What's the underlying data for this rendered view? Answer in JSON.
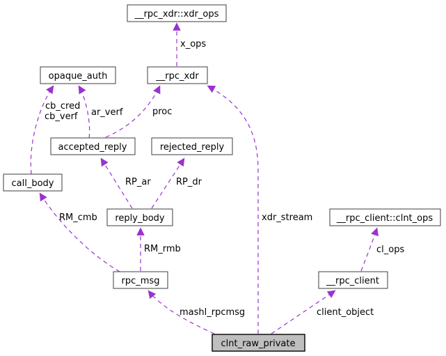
{
  "nodes": {
    "xdr_ops": "__rpc_xdr::xdr_ops",
    "rpc_xdr": "__rpc_xdr",
    "opaque_auth": "opaque_auth",
    "accepted_reply": "accepted_reply",
    "rejected_reply": "rejected_reply",
    "call_body": "call_body",
    "reply_body": "reply_body",
    "rpc_msg": "rpc_msg",
    "clnt_ops": "__rpc_client::clnt_ops",
    "rpc_client": "__rpc_client",
    "clnt_raw_private": "clnt_raw_private"
  },
  "edge_labels": {
    "x_ops": "x_ops",
    "cb_cred": "cb_cred",
    "cb_verf": "cb_verf",
    "ar_verf": "ar_verf",
    "proc": "proc",
    "rp_ar": "RP_ar",
    "rp_dr": "RP_dr",
    "rm_cmb": "RM_cmb",
    "rm_rmb": "RM_rmb",
    "mashl_rpcmsg": "mashl_rpcmsg",
    "xdr_stream": "xdr_stream",
    "client_object": "client_object",
    "cl_ops": "cl_ops"
  },
  "colors": {
    "edge": "#9a32cd",
    "node_fill": "#ffffff",
    "node_border": "#3d3d3d",
    "highlight_fill": "#bfbfbf",
    "highlight_border": "#000000",
    "text": "#000000",
    "background": "#ffffff"
  }
}
